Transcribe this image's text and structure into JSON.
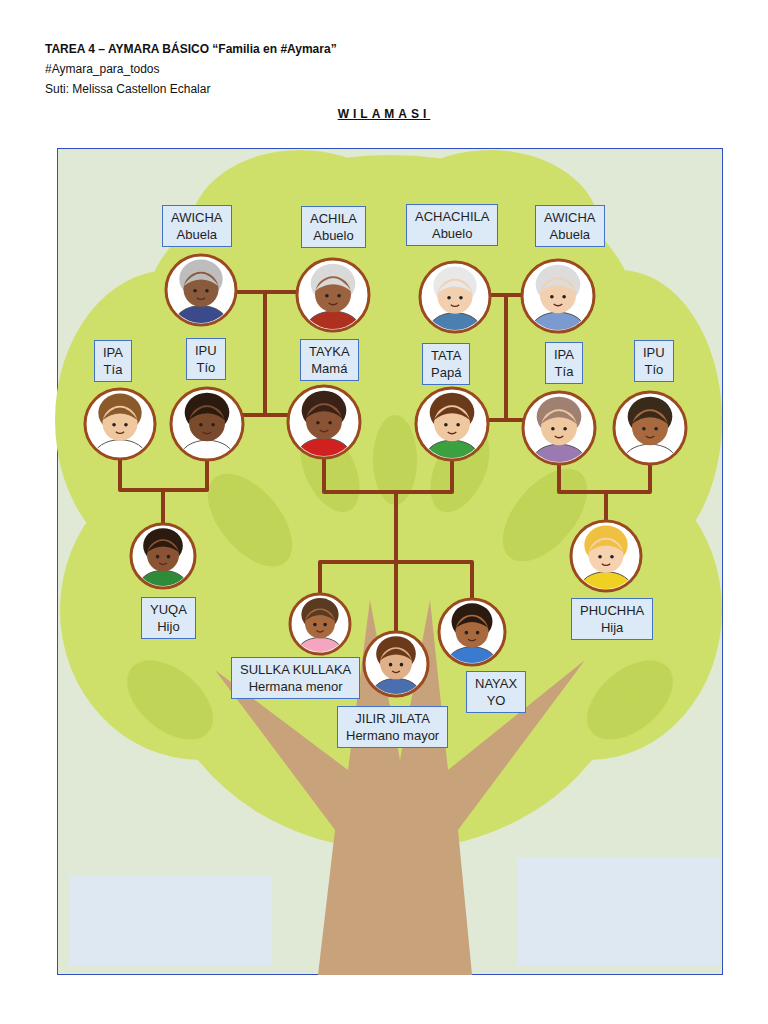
{
  "diagram": {
    "title": "WILAMASI",
    "nodes": [
      {
        "text": [
          "AWICHA",
          "Abuela"
        ]
      },
      {
        "text": [
          "ACHILA",
          "Abuelo"
        ]
      },
      {
        "text": [
          "ACHACHILA",
          "Abuelo"
        ]
      },
      {
        "text": [
          "AWICHA",
          "Abuela"
        ]
      },
      {
        "text": [
          "IPA",
          "Tía"
        ]
      },
      {
        "text": [
          "IPU",
          "Tío"
        ]
      },
      {
        "text": [
          "TAYKA",
          "Mamá"
        ]
      },
      {
        "text": [
          "TATA",
          "Papá"
        ]
      },
      {
        "text": [
          "IPA",
          "Tía"
        ]
      },
      {
        "text": [
          "IPU",
          "Tío"
        ]
      },
      {
        "text": [
          "YUQA",
          "Hijo"
        ]
      },
      {
        "text": [
          "PHUCHHA",
          "Hija"
        ]
      },
      {
        "text": [
          "SULLKA KULLAKA",
          "Hermana menor"
        ]
      },
      {
        "text": [
          "NAYAX",
          "YO"
        ]
      },
      {
        "text": [
          "JILIR JILATA",
          "Hermano mayor"
        ]
      }
    ],
    "labels": [
      "TAREA 4  – AYMARA BÁSICO “Familia en #Aymara”",
      "#Aymara_para_todos",
      "Suti: Melissa Castellon Echalar"
    ]
  }
}
